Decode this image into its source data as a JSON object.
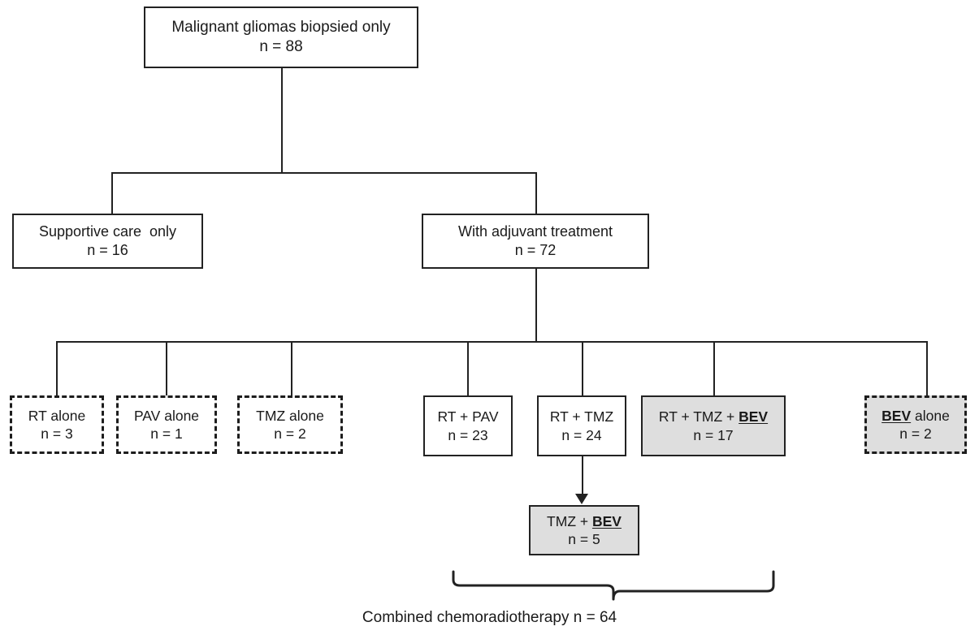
{
  "diagram": {
    "title": "Malignant gliomas treatment allocation flow diagram",
    "colors": {
      "stroke": "#222222",
      "shaded_fill": "#dedede",
      "plain_fill": "#ffffff",
      "text": "#1a1a1a"
    },
    "root": {
      "label": "Malignant gliomas biopsied only",
      "count": "n = 88",
      "style": "solid"
    },
    "level2": [
      {
        "label": "Supportive care  only",
        "count": "n = 16",
        "style": "solid"
      },
      {
        "label": "With adjuvant treatment",
        "count": "n = 72",
        "style": "solid"
      }
    ],
    "level3": [
      {
        "label": "RT alone",
        "count": "n = 3",
        "style": "dashed",
        "shaded": false,
        "bev": false
      },
      {
        "label": "PAV alone",
        "count": "n = 1",
        "style": "dashed",
        "shaded": false,
        "bev": false
      },
      {
        "label": "TMZ alone",
        "count": "n = 2",
        "style": "dashed",
        "shaded": false,
        "bev": false
      },
      {
        "label": "RT + PAV",
        "count": "n = 23",
        "style": "solid",
        "shaded": false,
        "bev": false
      },
      {
        "label": "RT + TMZ",
        "count": "n = 24",
        "style": "solid",
        "shaded": false,
        "bev": false
      },
      {
        "label_pre": "RT + TMZ + ",
        "label_bev": "BEV",
        "label_post": "",
        "count": "n = 17",
        "style": "solid",
        "shaded": true,
        "bev": true
      },
      {
        "label_pre": "",
        "label_bev": "BEV",
        "label_post": " alone",
        "count": "n = 2",
        "style": "dashed",
        "shaded": true,
        "bev": true
      }
    ],
    "level4": {
      "label_pre": "TMZ + ",
      "label_bev": "BEV",
      "label_post": "",
      "count": "n = 5",
      "style": "solid",
      "shaded": true
    },
    "bracket_caption": "Combined chemoradiotherapy n = 64"
  }
}
